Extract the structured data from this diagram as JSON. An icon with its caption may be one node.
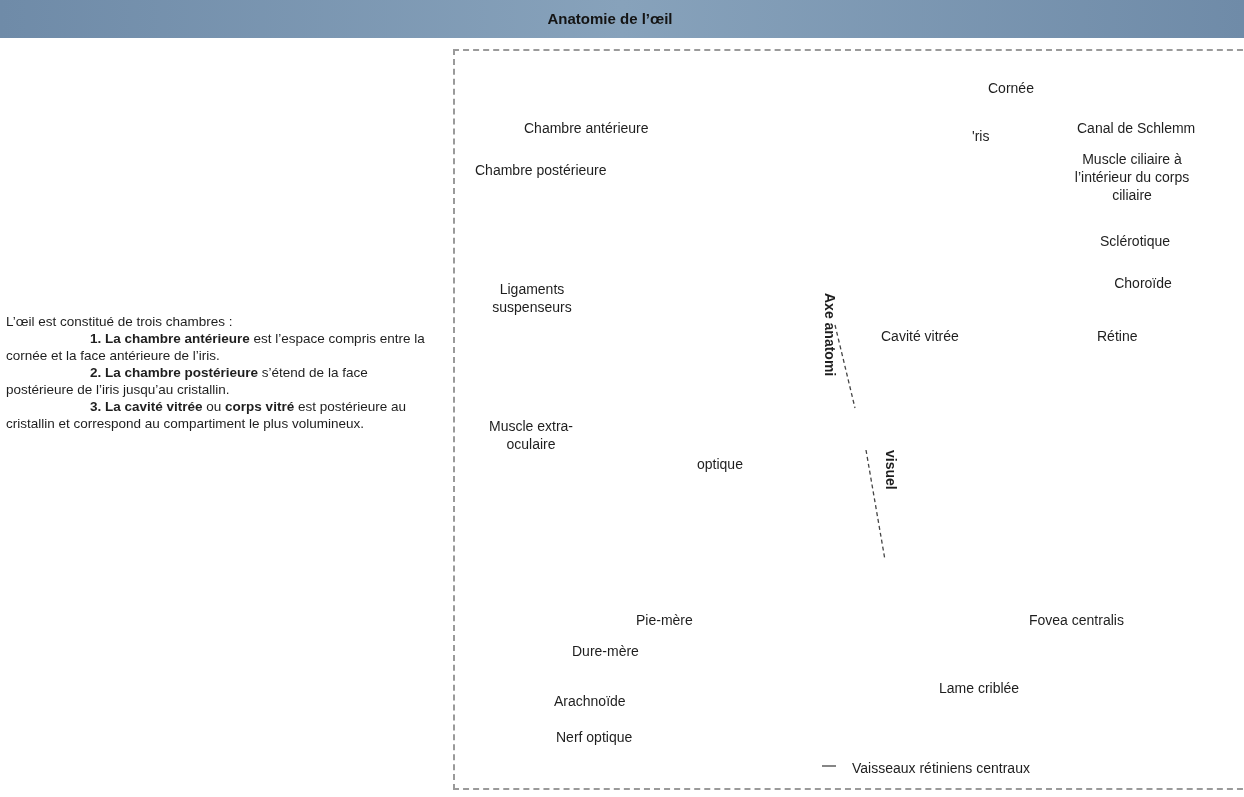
{
  "diagram": {
    "title": "Anatomie de l’œil",
    "labels": [
      "L’œil est constitué de trois chambres :",
      "**1. La chambre antérieure** est l’espace compris entre la cornée et la face antérieure de l’iris.",
      "**2. La chambre postérieure** s’étend de la face postérieure de l’iris jusqu’au cristallin.",
      "**3. La cavité vitrée** ou **corps vitré** est postérieure au cristallin et correspond au compartiment le plus volumineux.",
      "Cornée",
      "Chambre antérieure",
      "'ris",
      "Canal de Schlemm",
      "Chambre postérieure",
      "Muscle ciliaire à l’intérieur du corps ciliaire",
      "Sclérotique",
      "Choroïde",
      "Ligaments suspenseurs",
      "Axe anatomi",
      "Cavité vitrée",
      "Rétine",
      "Muscle extra-oculaire",
      "optique",
      "visuel",
      "Pie-mère",
      "Fovea centralis",
      "Dure-mère",
      "Lame criblée",
      "Arachnoïde",
      "Nerf optique",
      "Vaisseaux rétiniens centraux"
    ]
  }
}
